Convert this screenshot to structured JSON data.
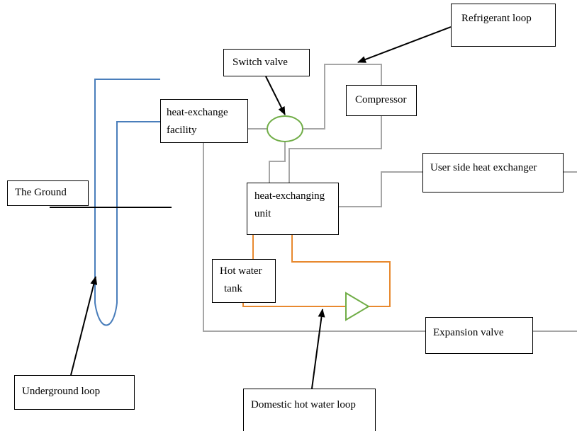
{
  "diagram": {
    "labels": {
      "refrigerant_loop": "Refrigerant loop",
      "switch_valve": "Switch valve",
      "compressor": "Compressor",
      "heat_exchange_facility_line1": "heat-exchange",
      "heat_exchange_facility_line2": "facility",
      "user_side_heat_exchanger": "User side heat exchanger",
      "the_ground": "The Ground",
      "heat_exchanging_unit_line1": "heat-exchanging",
      "heat_exchanging_unit_line2": "unit",
      "hot_water_tank_line1": "Hot water",
      "hot_water_tank_line2": "tank",
      "expansion_valve": "Expansion valve",
      "underground_loop": "Underground loop",
      "domestic_hot_water_loop": "Domestic hot water loop"
    },
    "colors": {
      "underground_loop": "#4a7ebb",
      "refrigerant_pipe": "#a6a6a6",
      "hot_water_pipe": "#e8892f",
      "valve_outline": "#70ad47",
      "ground_line": "#000000",
      "annotation_arrow": "#000000"
    }
  }
}
